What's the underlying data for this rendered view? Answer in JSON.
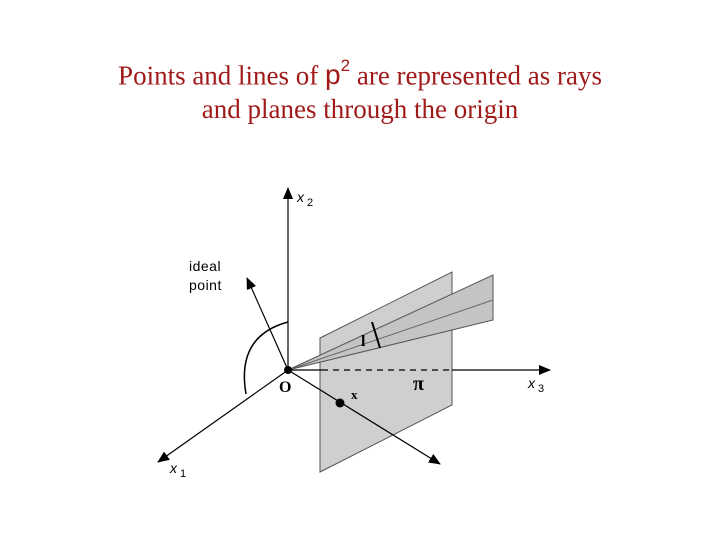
{
  "title": {
    "line1_before": "Points and lines of ",
    "line1_p": "p",
    "line1_exp": "2",
    "line1_after": " are represented as rays",
    "line2": "and planes through the  origin"
  },
  "diagram": {
    "labels": {
      "x2": "x",
      "x2_sub": "2",
      "x3": "x",
      "x3_sub": "3",
      "x1": "x",
      "x1_sub": "1",
      "ideal_line1": "ideal",
      "ideal_line2": "point",
      "origin": "O",
      "line_l": "l",
      "point_x": "x",
      "plane_pi": "π"
    },
    "colors": {
      "title": "#a01a1a",
      "plane_fill": "#cfcfcf",
      "wedge_fill": "#c4c4c4",
      "ink": "#000000"
    }
  }
}
